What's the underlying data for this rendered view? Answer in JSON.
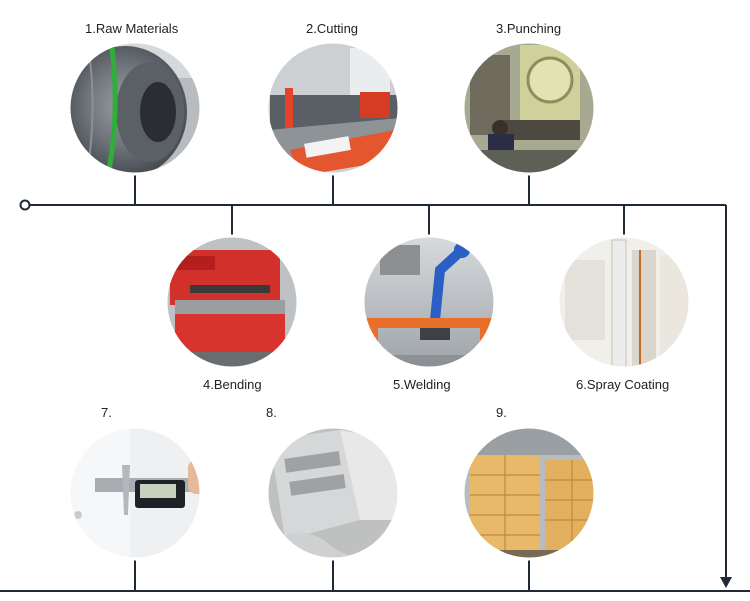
{
  "steps": [
    {
      "id": "raw-materials",
      "label": "1.Raw Materials",
      "photo": "steel-coil"
    },
    {
      "id": "cutting",
      "label": "2.Cutting",
      "photo": "laser-cutting-machine"
    },
    {
      "id": "punching",
      "label": "3.Punching",
      "photo": "punch-press"
    },
    {
      "id": "bending",
      "label": "4.Bending",
      "photo": "press-brake"
    },
    {
      "id": "welding",
      "label": "5.Welding",
      "photo": "welding-robot"
    },
    {
      "id": "spray-coating",
      "label": "6.Spray Coating",
      "photo": "spray-booth"
    },
    {
      "id": "step-7",
      "label": "7.",
      "photo": "caliper-measurement"
    },
    {
      "id": "step-8",
      "label": "8.",
      "photo": "sheet-metal-parts"
    },
    {
      "id": "step-9",
      "label": "9.",
      "photo": "packed-cartons"
    }
  ],
  "colors": {
    "line": "#1f2a35",
    "frame": "#ffffff"
  }
}
